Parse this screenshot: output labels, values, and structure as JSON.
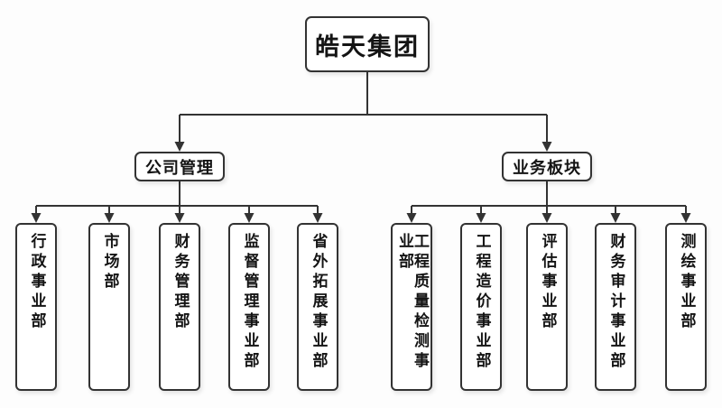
{
  "org_chart": {
    "root": {
      "label": "皓天集团"
    },
    "branches": [
      {
        "label": "公司管理",
        "children": [
          {
            "label": "行政事业部"
          },
          {
            "label": "市场部"
          },
          {
            "label": "财务管理部"
          },
          {
            "label": "监督管理事业部"
          },
          {
            "label": "省外拓展事业部"
          }
        ]
      },
      {
        "label": "业务板块",
        "children": [
          {
            "label": "工程质量检测事业部"
          },
          {
            "label": "工程造价事业部"
          },
          {
            "label": "评估事业部"
          },
          {
            "label": "财务审计事业部"
          },
          {
            "label": "测绘事业部"
          }
        ]
      }
    ],
    "colors": {
      "line": "#333333",
      "box_border": "#333333",
      "box_background": "#ffffff",
      "text": "#141414",
      "page_background": "#fdfdfd"
    }
  }
}
